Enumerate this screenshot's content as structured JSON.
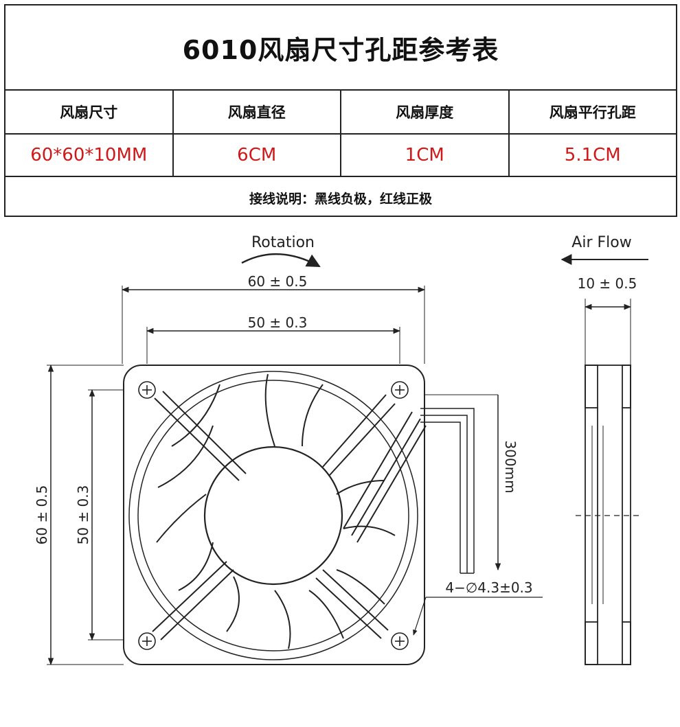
{
  "table": {
    "title": "6010风扇尺寸孔距参考表",
    "headers": [
      "风扇尺寸",
      "风扇直径",
      "风扇厚度",
      "风扇平行孔距"
    ],
    "values": [
      "60*60*10MM",
      "6CM",
      "1CM",
      "5.1CM"
    ],
    "note": "接线说明：黑线负极，红线正极",
    "value_color": "#d01818"
  },
  "drawing": {
    "rotation_label": "Rotation",
    "airflow_label": "Air Flow",
    "width_outer": "60 ± 0.5",
    "width_hole": "50 ± 0.3",
    "height_outer": "60 ± 0.5",
    "height_hole": "50 ± 0.3",
    "thickness": "10 ± 0.5",
    "cable_length": "300mm",
    "hole_spec": "4−∅4.3±0.3"
  }
}
